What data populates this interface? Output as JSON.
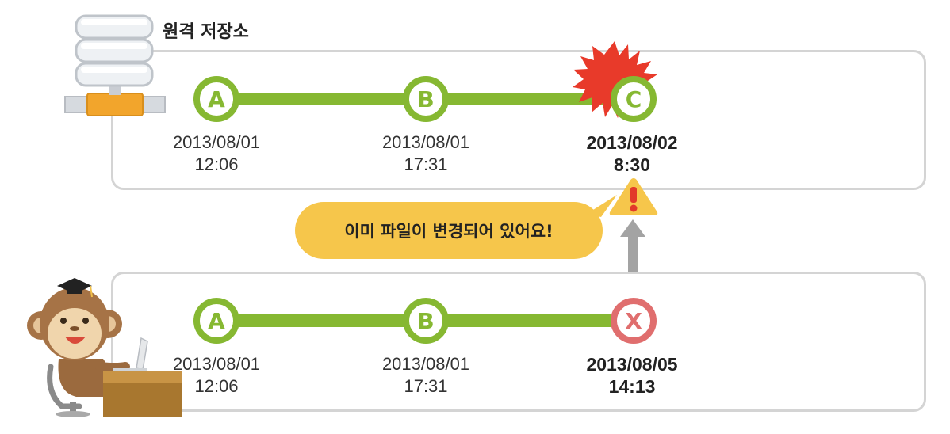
{
  "repo": {
    "title": "원격 저장소"
  },
  "remote_timeline": {
    "commits": [
      {
        "label": "A",
        "date": "2013/08/01",
        "time": "12:06"
      },
      {
        "label": "B",
        "date": "2013/08/01",
        "time": "17:31"
      },
      {
        "label": "C",
        "date": "2013/08/02",
        "time": "8:30"
      }
    ]
  },
  "local_timeline": {
    "commits": [
      {
        "label": "A",
        "date": "2013/08/01",
        "time": "12:06"
      },
      {
        "label": "B",
        "date": "2013/08/01",
        "time": "17:31"
      },
      {
        "label": "X",
        "date": "2013/08/05",
        "time": "14:13"
      }
    ]
  },
  "warning": {
    "message": "이미 파일이 변경되어 있어요!",
    "symbol": "!"
  },
  "colors": {
    "line": "#86b832",
    "conflict": "#e06e6e",
    "burst": "#e83a2a",
    "bubble": "#f6c64b",
    "server_stripe": "#f2a52c"
  },
  "icons": [
    "database-server-icon",
    "red-burst-icon",
    "warning-triangle-icon",
    "up-arrow-icon",
    "monkey-developer-icon"
  ]
}
